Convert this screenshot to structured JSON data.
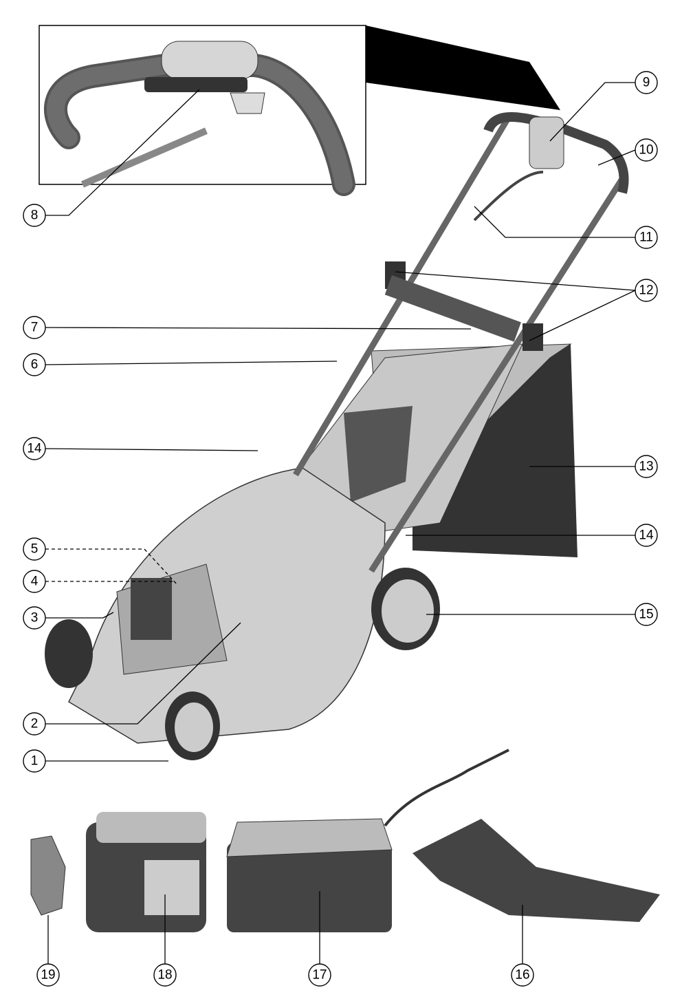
{
  "diagram": {
    "callouts": {
      "c1": "1",
      "c2": "2",
      "c3": "3",
      "c4": "4",
      "c5": "5",
      "c6": "6",
      "c7": "7",
      "c8": "8",
      "c9": "9",
      "c10": "10",
      "c11": "11",
      "c12": "12",
      "c13": "13",
      "c14a": "14",
      "c14b": "14",
      "c15": "15",
      "c16": "16",
      "c17": "17",
      "c18": "18",
      "c19": "19"
    }
  }
}
